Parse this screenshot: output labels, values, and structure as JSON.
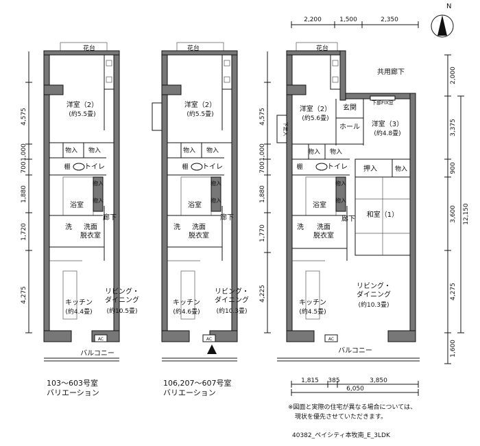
{
  "floorplan": {
    "plan_a": {
      "rooms": {
        "western": "洋室（2）",
        "western_area": "(約5.5畳)",
        "storage1": "物入",
        "storage2": "物入",
        "shelf": "棚",
        "toilet": "トイレ",
        "storage3": "物入",
        "storage4": "物入",
        "bath": "浴室",
        "wash": "洗",
        "washroom": "洗面\n脱衣室",
        "corridor": "廊下",
        "living": "リビング・\nダイニング",
        "living_area": "(約10.5畳)",
        "kitchen": "キッチン",
        "kitchen_area": "(約4.4畳)",
        "balcony": "バルコニー",
        "planter": "花台",
        "ac": "AC"
      },
      "dims": [
        "4,575",
        "1,000",
        "700",
        "1,880",
        "1,720",
        "4,275"
      ],
      "caption": "103～603号室\nバリエーション"
    },
    "plan_b": {
      "rooms": {
        "western": "洋室（2）",
        "western_area": "(約5.5畳)",
        "storage1": "物入",
        "storage2": "物入",
        "shelf": "棚",
        "toilet": "トイレ",
        "storage3": "物入",
        "storage4": "物入",
        "bath": "浴室",
        "wash": "洗",
        "washroom": "洗面\n脱衣室",
        "corridor": "廊下",
        "living": "リビング・\nダイニング",
        "living_area": "(約10.3畳)",
        "kitchen": "キッチン",
        "kitchen_area": "(約4.6畳)",
        "planter": "花台",
        "ac": "AC"
      },
      "caption": "106,207～607号室\nバリエーション"
    },
    "plan_c": {
      "rooms": {
        "common_corridor": "共用廊下",
        "fix_window": "下部FIX窓",
        "western2": "洋室（2）",
        "western2_area": "(約5.6畳)",
        "entrance": "玄関",
        "hall": "ホール",
        "western3": "洋室（3）",
        "western3_area": "(約4.8畳)",
        "storage1": "物入",
        "storage2": "物入",
        "oshiire": "押入",
        "storage5": "物入",
        "shelf": "棚",
        "toilet": "トイレ",
        "storage3": "物入",
        "storage4": "物入",
        "bath": "浴室",
        "wash": "洗",
        "washroom": "洗面\n脱衣室",
        "corridor": "廊下",
        "washitsu": "和室（1）",
        "living": "リビング・\nダイニング",
        "living_area": "(約10.3畳)",
        "kitchen": "キッチン",
        "kitchen_area": "(約4.5畳)",
        "balcony": "バルコニー",
        "planter": "花台",
        "ac": "AC",
        "shoebox": "下足入"
      },
      "top_dims": [
        "2,200",
        "1,500",
        "2,350"
      ],
      "left_dims": [
        "4,575",
        "1,000",
        "700",
        "1,880",
        "1,770",
        "4,225"
      ],
      "right_dims": [
        "2,000",
        "3,375",
        "900",
        "3,600",
        "4,275",
        "1,600"
      ],
      "total_height": "12,150",
      "bottom_dims": [
        "1,815",
        "385",
        "3,850"
      ],
      "total_width": "6,050"
    },
    "north_label": "N",
    "note_line1": "※図面と実際の住宅が異なる場合については、",
    "note_line2": "現状を優先させていただきます。",
    "footer": "40382_ペイシティ本牧南_E_3LDK"
  }
}
